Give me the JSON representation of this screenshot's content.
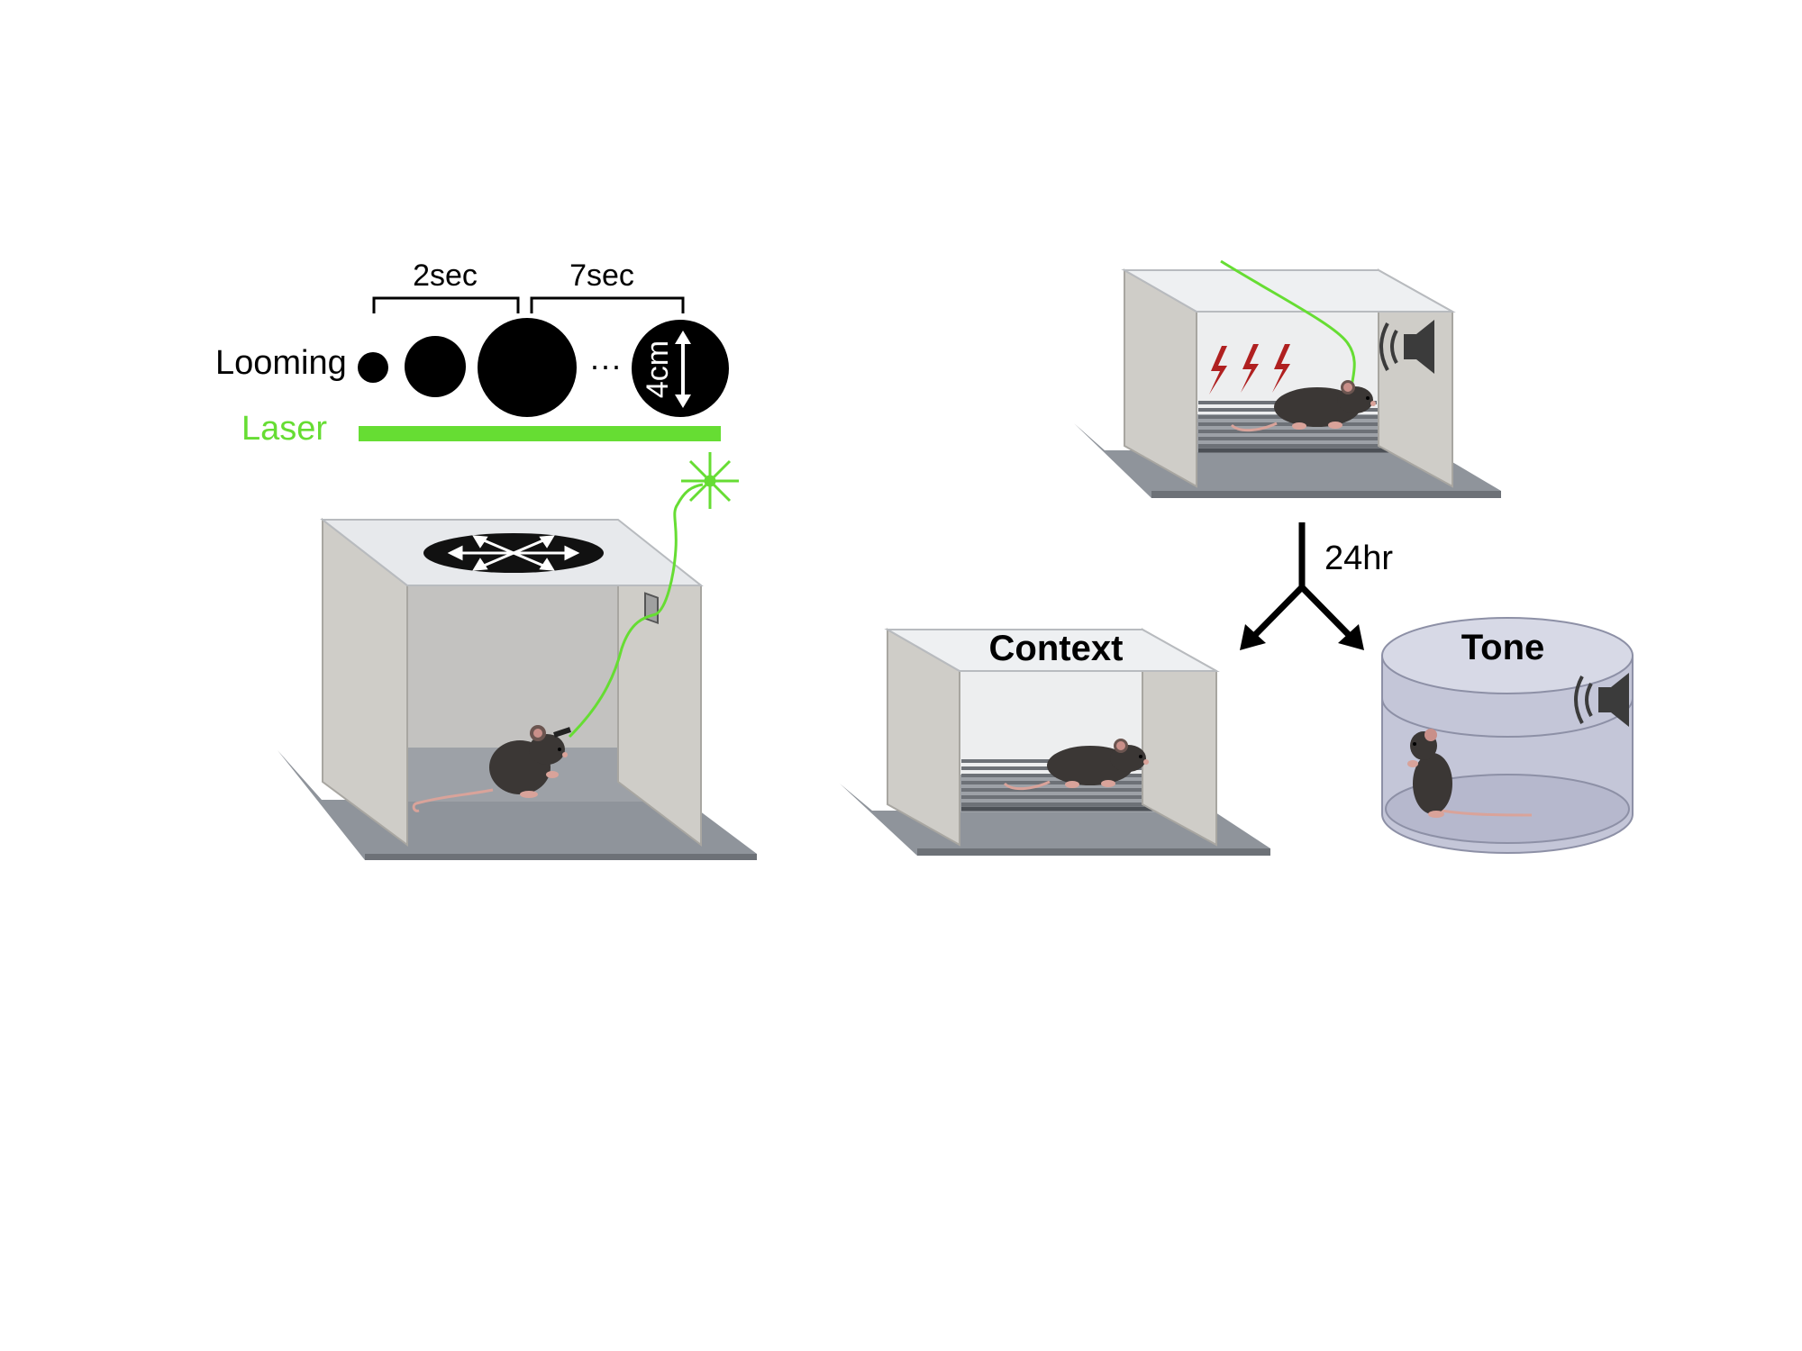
{
  "looming": {
    "label": "Looming",
    "interval_1": "2sec",
    "interval_2": "7sec",
    "size_label": "4cm",
    "dots": "···"
  },
  "laser": {
    "label": "Laser"
  },
  "conditioning": {
    "delay_label": "24hr",
    "context_label": "Context",
    "tone_label": "Tone"
  },
  "colors": {
    "laser_green": "#66dd33",
    "mouse": "#3b3735",
    "floor": "#8f949b",
    "wall": "#cfcdc8",
    "shock": "#b02020",
    "cylinder": "#c4c6d8"
  },
  "icons": [
    "expanding-arrows-icon",
    "laser-burst-icon",
    "speaker-icon",
    "shock-bolt-icon",
    "mouse-icon"
  ]
}
